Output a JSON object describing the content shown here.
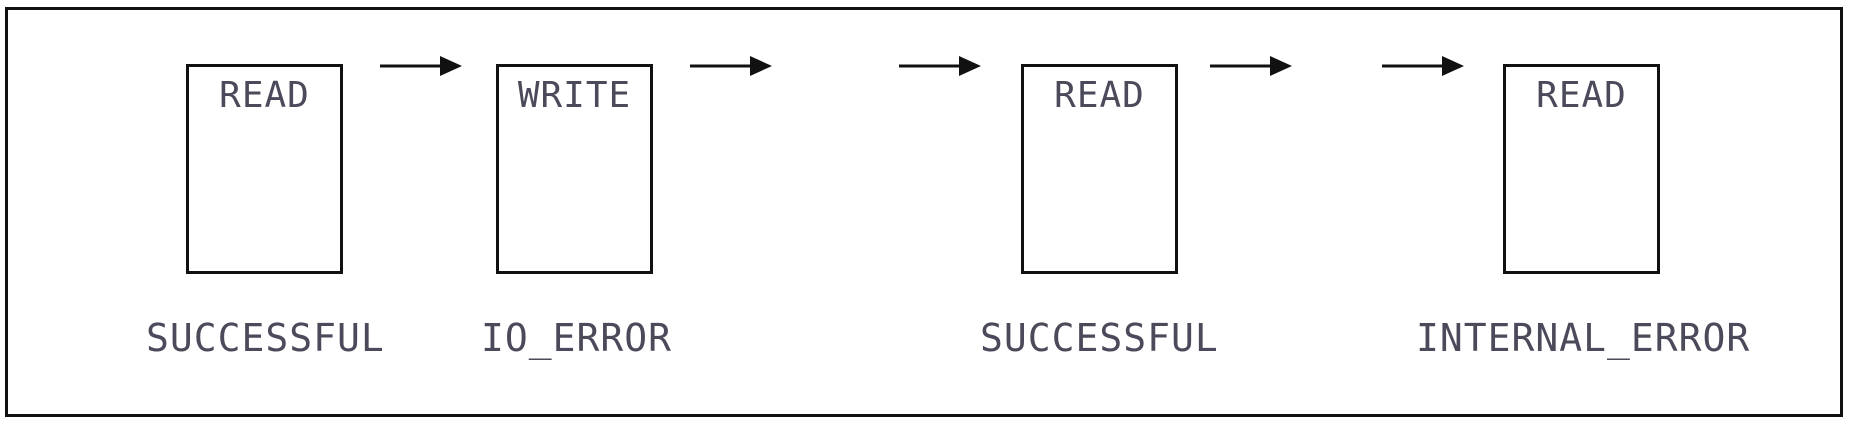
{
  "diagram": {
    "operations": [
      {
        "op": "READ",
        "status": "SUCCESSFUL"
      },
      {
        "op": "WRITE",
        "status": "IO_ERROR"
      },
      {
        "op": "READ",
        "status": "SUCCESSFUL"
      },
      {
        "op": "READ",
        "status": "INTERNAL_ERROR"
      }
    ],
    "colors": {
      "line": "#111111",
      "text": "#4a4a5a",
      "background": "#ffffff"
    }
  }
}
